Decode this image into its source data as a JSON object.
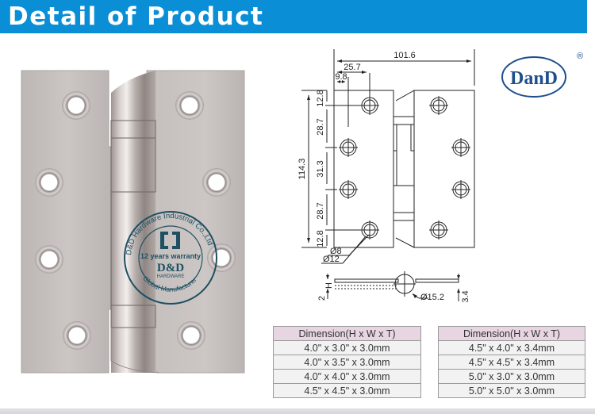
{
  "banner": {
    "title": "Detail of Product",
    "background_color": "#0a8fd6",
    "text_color": "#ffffff"
  },
  "logo": {
    "text": "DanD",
    "registered_mark": "®",
    "color": "#1e4f8c"
  },
  "photo": {
    "subject": "stainless steel butt hinge, satin finish",
    "watermark": {
      "ring_top_text": "D&D Hardware Industrial Co.,Ltd",
      "center_symbol": "[D]",
      "warranty_text": "12 years warranty",
      "brand": "D&D",
      "brand_sub": "HARDWARE",
      "ring_bottom_text": "Global Manufacturer",
      "color": "#1f4f63"
    }
  },
  "drawing": {
    "front_view": {
      "overall_width": "101.6",
      "hole_offset_x": "25.7",
      "edge_offset_x": "9.8",
      "overall_height": "114.3",
      "vertical_segments": [
        "12.8",
        "28.7",
        "31.3",
        "28.7",
        "12.8"
      ],
      "hole_inner_diameter": "Ø8",
      "hole_outer_diameter": "Ø12"
    },
    "side_view": {
      "leaf_thickness_label": "H",
      "leaf_thickness_value": "2",
      "knuckle_diameter": "Ø15.2",
      "total_thickness": "3.4"
    }
  },
  "tables": [
    {
      "header": "Dimension(H x W x T)",
      "header_color": "#e7d5e1",
      "rows": [
        "4.0\" x 3.0\" x 3.0mm",
        "4.0\" x 3.5\" x 3.0mm",
        "4.0\" x 4.0\" x 3.0mm",
        "4.5\" x 4.5\" x 3.0mm"
      ]
    },
    {
      "header": "Dimension(H x W x T)",
      "header_color": "#e7d5e1",
      "rows": [
        "4.5\" x 4.0\" x 3.4mm",
        "4.5\" x 4.5\" x 3.4mm",
        "5.0\" x 3.0\" x 3.0mm",
        "5.0\" x 5.0\" x 3.0mm"
      ]
    }
  ]
}
